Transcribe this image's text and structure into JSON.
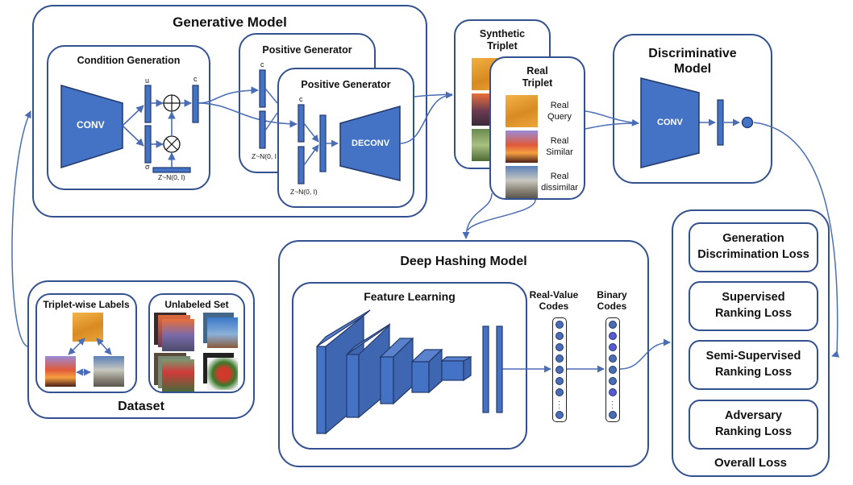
{
  "generative_model": {
    "title": "Generative Model",
    "condition_generation": {
      "title": "Condition Generation",
      "conv_label": "CONV",
      "mu_label": "u",
      "sigma_label": "σ",
      "c_label": "c",
      "noise_label": "Z~N(0, I)",
      "plus_symbol": "⊕",
      "times_symbol": "⊗"
    },
    "positive_generator_back": {
      "title": "Positive Generator",
      "c_label": "c",
      "noise_label": "Z~N(0, I"
    },
    "positive_generator_front": {
      "title": "Positive Generator",
      "c_label": "c",
      "noise_label": "Z~N(0, I)",
      "deconv_label": "DECONV"
    }
  },
  "synthetic_triplet": {
    "title": "Synthetic\nTriplet"
  },
  "real_triplet": {
    "title": "Real\nTriplet",
    "items": [
      {
        "caption": "Real\nQuery",
        "image": "desert-airplane"
      },
      {
        "caption": "Real\nSimilar",
        "image": "sunset-sky"
      },
      {
        "caption": "Real\ndissimilar",
        "image": "mountain-valley"
      }
    ]
  },
  "discriminative_model": {
    "title": "Discriminative\nModel",
    "conv_label": "CONV"
  },
  "dataset": {
    "title": "Dataset",
    "triplet_labels": {
      "title": "Triplet-wise Labels"
    },
    "unlabeled_set": {
      "title": "Unlabeled Set"
    }
  },
  "deep_hashing_model": {
    "title": "Deep Hashing Model",
    "feature_learning": {
      "title": "Feature Learning"
    },
    "real_value_codes": {
      "title": "Real-Value\nCodes"
    },
    "binary_codes": {
      "title": "Binary\nCodes"
    }
  },
  "overall_loss": {
    "title": "Overall Loss",
    "items": [
      {
        "label": "Generation\nDiscrimination Loss"
      },
      {
        "label": "Supervised\nRanking Loss"
      },
      {
        "label": "Semi-Supervised\nRanking Loss"
      },
      {
        "label": "Adversary\nRanking Loss"
      }
    ]
  },
  "colors": {
    "border": "#34518f",
    "block_fill": "#4472c4",
    "arrow": "#4a6db5"
  }
}
